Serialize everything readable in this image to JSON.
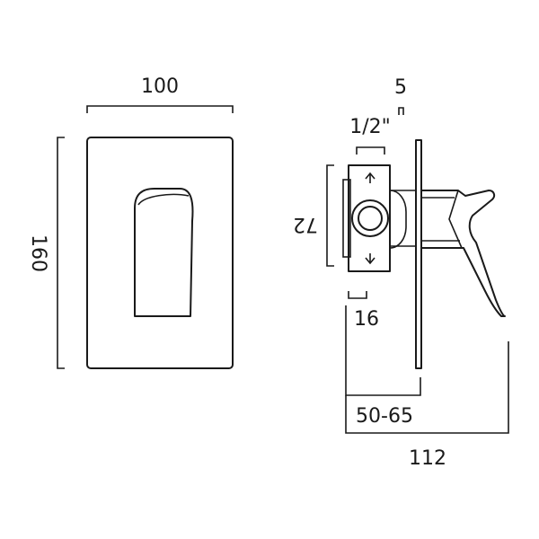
{
  "dimensions": {
    "front_width": "100",
    "front_height": "160",
    "thread": "1/2\"",
    "plate_thickness": "5",
    "body_height": "72",
    "offset": "16",
    "depth_range": "50-65",
    "overall_depth": "112"
  }
}
